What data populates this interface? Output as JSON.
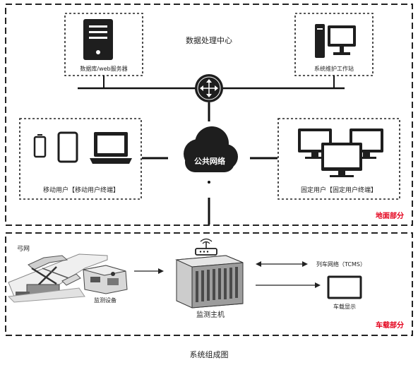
{
  "ground": {
    "center_title": "数据处理中心",
    "db_server_label": "数据库/web服务器",
    "workstation_label": "系统维护工作站",
    "cloud_label": "公共网络",
    "mobile_label": "移动用户【移动用户终端】",
    "fixed_label": "固定用户【固定用户终端】",
    "section_label": "地面部分"
  },
  "vehicle": {
    "pantograph_label": "弓网",
    "monitor_device_label": "监测设备",
    "host_label": "监测主机",
    "tcms_label": "列车网络（TCMS）",
    "display_label": "车载显示",
    "section_label": "车载部分"
  },
  "caption": "系统组成图",
  "colors": {
    "section_label": "#e4001b",
    "icon_dark": "#1e1e1e",
    "line": "#111111"
  }
}
